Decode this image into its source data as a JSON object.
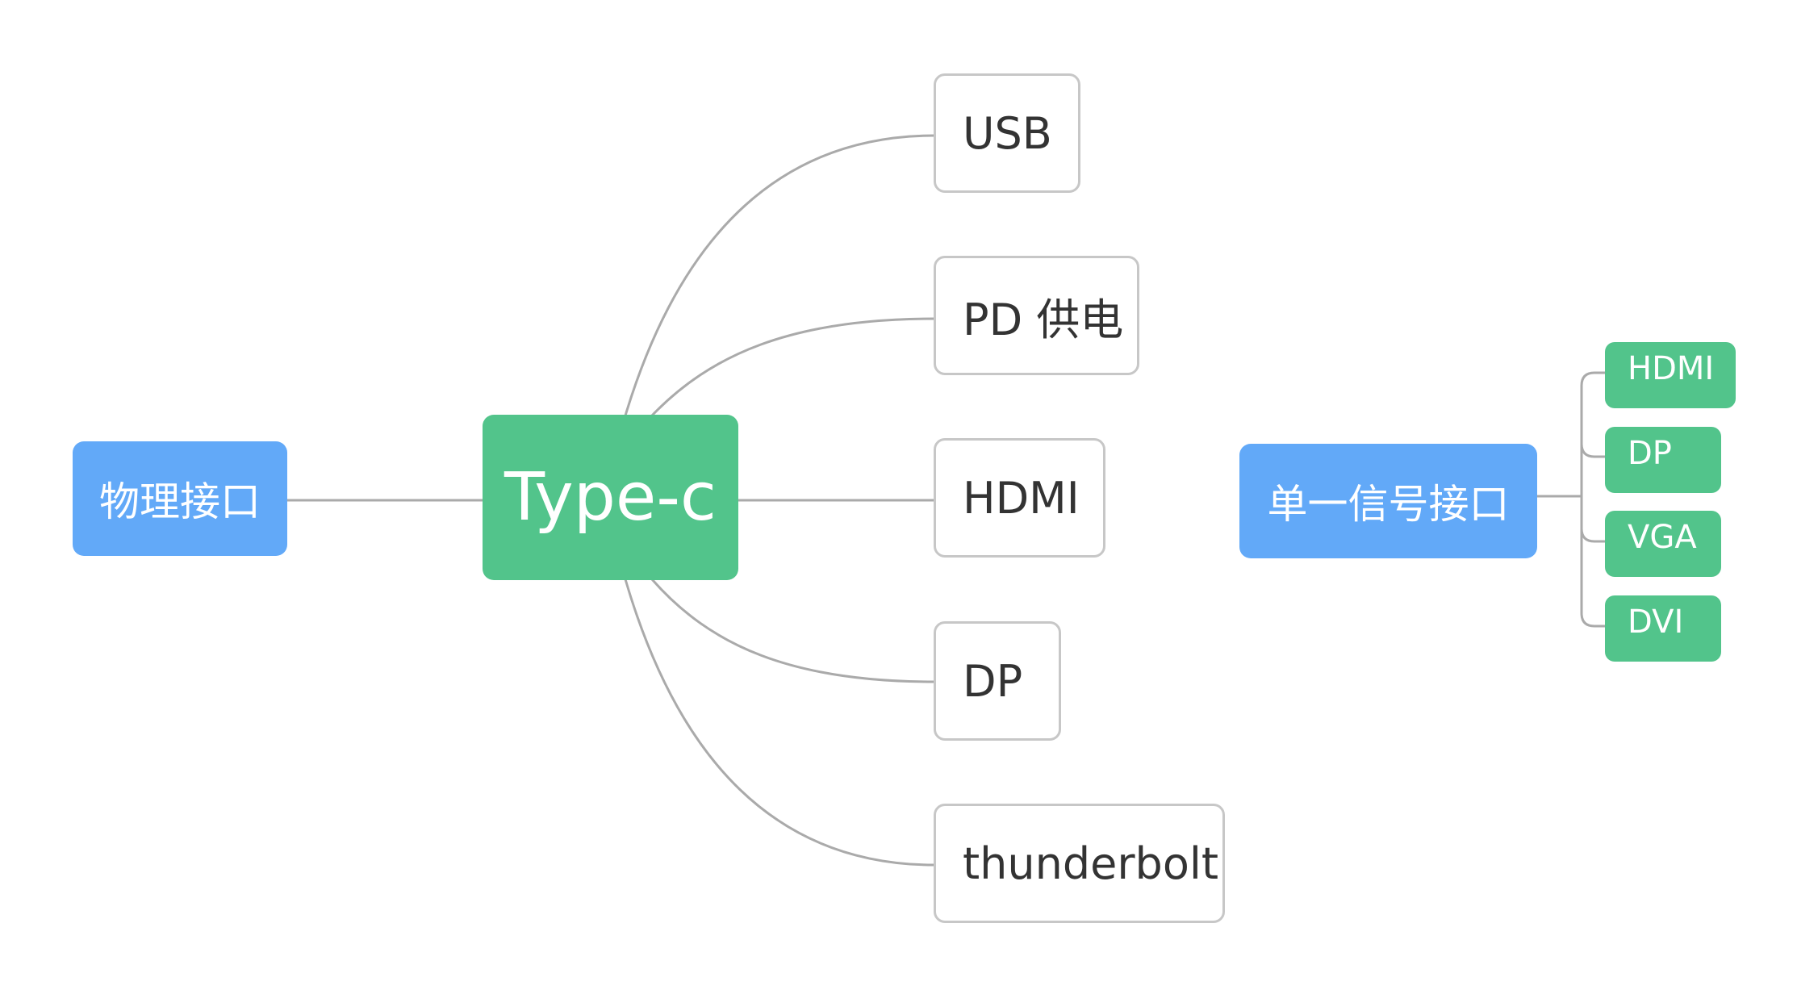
{
  "diagram": {
    "left_root": {
      "label": "物理接口",
      "color": "#62a9f8"
    },
    "center": {
      "label": "Type-c",
      "color": "#52c48b"
    },
    "branches": [
      {
        "label": "USB"
      },
      {
        "label": "PD 供电"
      },
      {
        "label": "HDMI"
      },
      {
        "label": "DP"
      },
      {
        "label": "thunderbolt"
      }
    ],
    "right_root": {
      "label": "单一信号接口",
      "color": "#62a9f8"
    },
    "right_children": [
      {
        "label": "HDMI"
      },
      {
        "label": "DP"
      },
      {
        "label": "VGA"
      },
      {
        "label": "DVI"
      }
    ],
    "line_color": "#aaaaaa"
  }
}
